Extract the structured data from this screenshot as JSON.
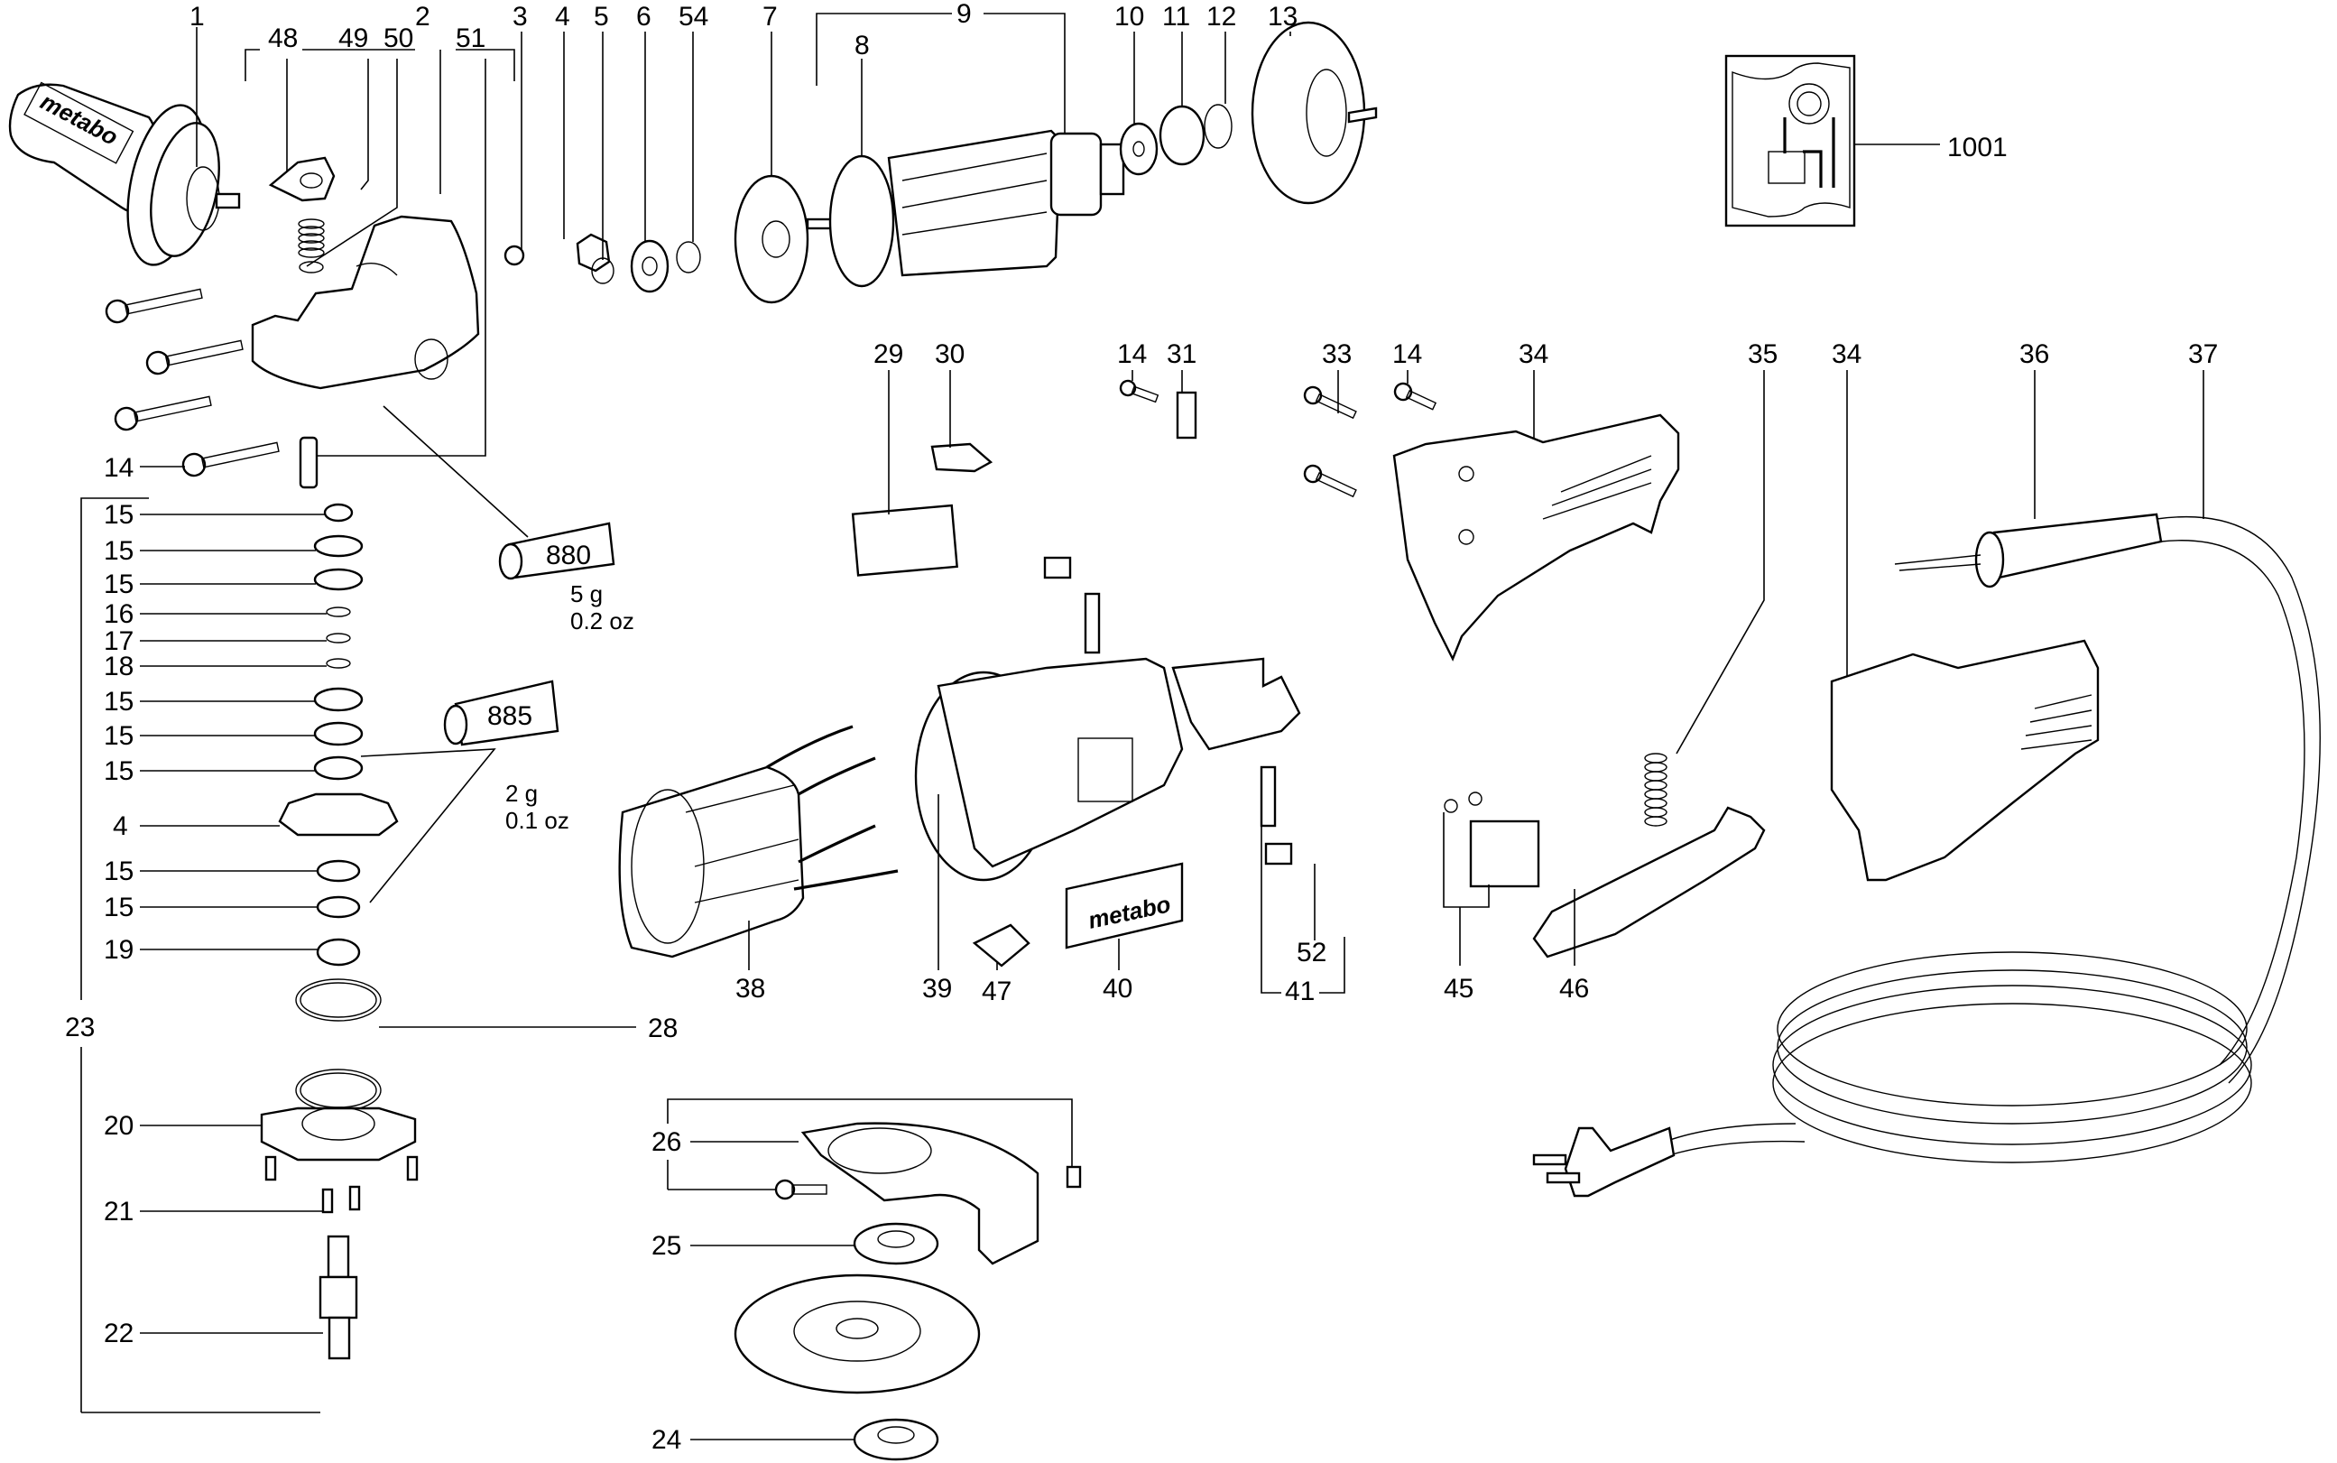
{
  "diagram": {
    "title": "Angle grinder exploded parts diagram",
    "brand_marks": [
      "metabo",
      "metabo"
    ],
    "lubricants": [
      {
        "code": "880",
        "amount_g": "5 g",
        "amount_oz": "0.2 oz"
      },
      {
        "code": "885",
        "amount_g": "2 g",
        "amount_oz": "0.1 oz"
      }
    ],
    "inset": {
      "label": "1001",
      "description": "wiring detail inset"
    },
    "top_labels": [
      "1",
      "2",
      "48",
      "49",
      "50",
      "51",
      "3",
      "4",
      "5",
      "6",
      "54",
      "7",
      "8",
      "9",
      "10",
      "11",
      "12",
      "13"
    ],
    "mid_labels": [
      "29",
      "30",
      "14",
      "31",
      "33",
      "14",
      "34",
      "35",
      "34",
      "36",
      "37"
    ],
    "left_column_labels": [
      "14",
      "15",
      "15",
      "15",
      "16",
      "17",
      "18",
      "15",
      "15",
      "15",
      "4",
      "15",
      "15",
      "19",
      "28",
      "20",
      "21",
      "22",
      "23"
    ],
    "bottom_labels": [
      "38",
      "39",
      "47",
      "40",
      "41",
      "52",
      "45",
      "46",
      "26",
      "25",
      "24"
    ]
  }
}
